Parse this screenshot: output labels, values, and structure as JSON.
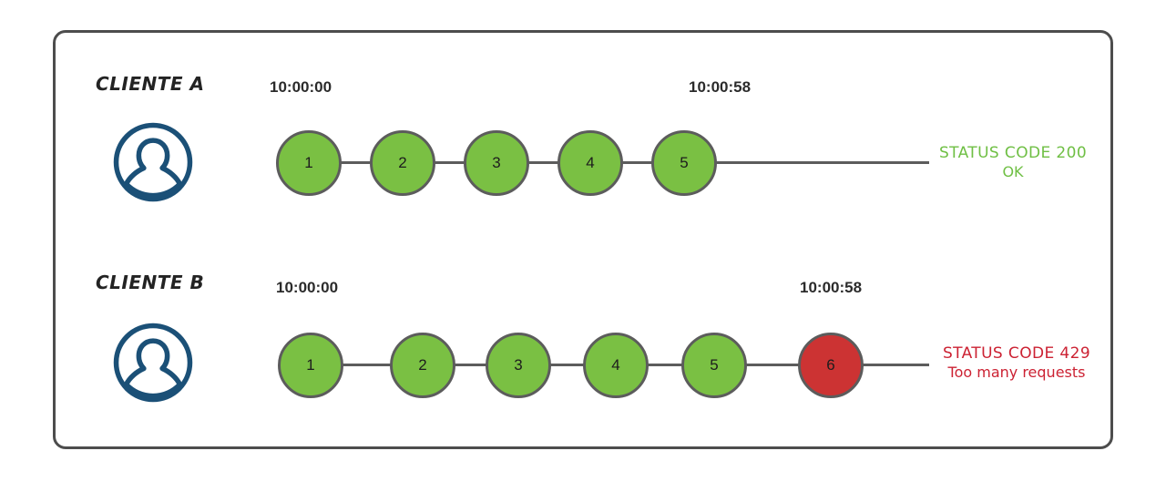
{
  "diagram": {
    "title_hidden": "",
    "colors": {
      "frame_border": "#4d4d4d",
      "node_green": "#7ac043",
      "node_red": "#cc3333",
      "node_stroke": "#5c5c5c",
      "avatar": "#1b5077",
      "status_ok": "#6fbf44",
      "status_error": "#cc2233",
      "background": "#ffffff"
    }
  },
  "rows": [
    {
      "id": "client-a",
      "label": "CLIENTE A",
      "avatar_icon": "user-avatar-icon",
      "start_time": "10:00:00",
      "end_time": "10:00:58",
      "nodes": [
        {
          "label": "1",
          "state": "ok"
        },
        {
          "label": "2",
          "state": "ok"
        },
        {
          "label": "3",
          "state": "ok"
        },
        {
          "label": "4",
          "state": "ok"
        },
        {
          "label": "5",
          "state": "ok"
        }
      ],
      "status": {
        "line1": "STATUS CODE 200",
        "line2": "OK",
        "kind": "ok"
      }
    },
    {
      "id": "client-b",
      "label": "CLIENTE B",
      "avatar_icon": "user-avatar-icon",
      "start_time": "10:00:00",
      "end_time": "10:00:58",
      "nodes": [
        {
          "label": "1",
          "state": "ok"
        },
        {
          "label": "2",
          "state": "ok"
        },
        {
          "label": "3",
          "state": "ok"
        },
        {
          "label": "4",
          "state": "ok"
        },
        {
          "label": "5",
          "state": "ok"
        },
        {
          "label": "6",
          "state": "error"
        }
      ],
      "status": {
        "line1": "STATUS CODE 429",
        "line2": "Too many requests",
        "kind": "error"
      }
    }
  ]
}
